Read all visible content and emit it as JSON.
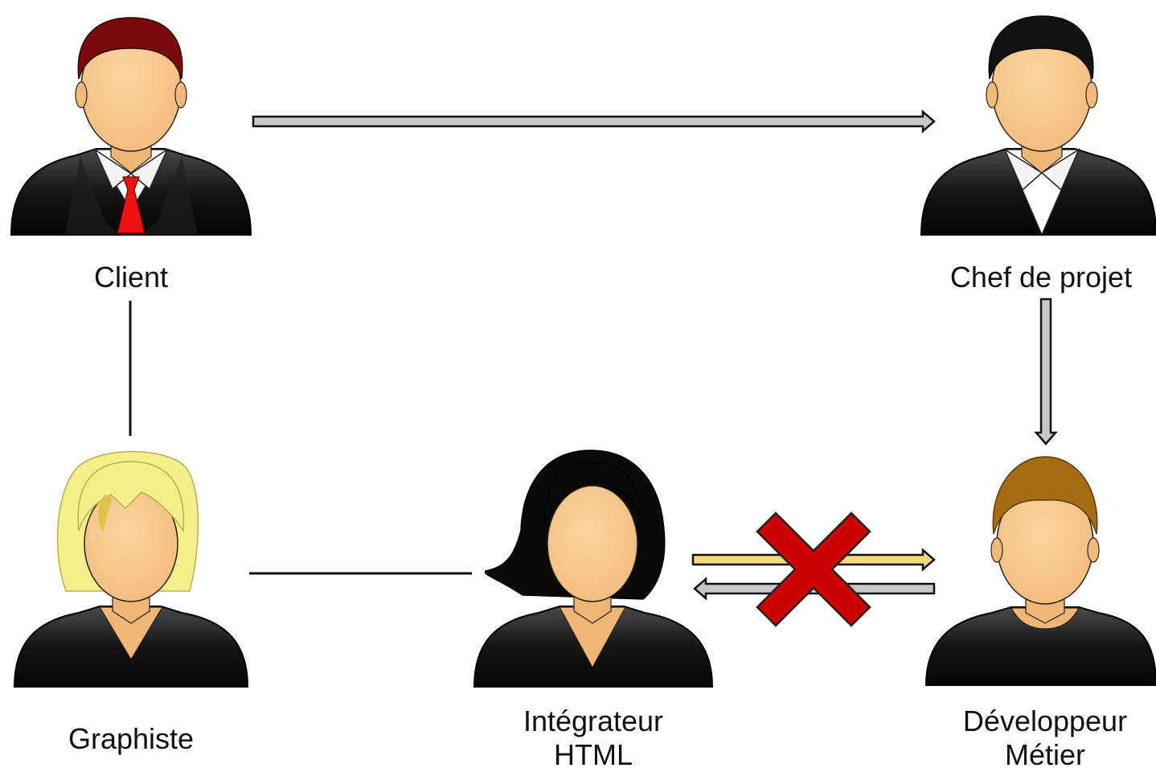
{
  "people": {
    "client": {
      "label": "Client",
      "hair_color": "#7a0a0a",
      "tie_color": "#ee1111"
    },
    "chef_de_projet": {
      "label": "Chef de projet",
      "hair_color": "#111111"
    },
    "graphiste": {
      "label": "Graphiste",
      "hair_color": "#f4ee8c"
    },
    "integrateur": {
      "label_line1": "Intégrateur",
      "label_line2": "HTML",
      "hair_color": "#0a0a0a"
    },
    "developpeur": {
      "label_line1": "Développeur",
      "label_line2": "Métier",
      "hair_color": "#a66c12"
    }
  },
  "colors": {
    "skin": "#f9cb8d",
    "suit": "#111111",
    "arrow_gray": "#c8c8c8",
    "arrow_yellow": "#f6d77a",
    "cross_red": "#cc0000"
  },
  "connections": [
    {
      "from": "Client",
      "to": "Chef de projet",
      "kind": "arrow"
    },
    {
      "from": "Chef de projet",
      "to": "Développeur Métier",
      "kind": "arrow"
    },
    {
      "from": "Client",
      "to": "Graphiste",
      "kind": "line"
    },
    {
      "from": "Graphiste",
      "to": "Intégrateur HTML",
      "kind": "line"
    },
    {
      "from": "Intégrateur HTML",
      "to": "Développeur Métier",
      "kind": "arrow-blocked"
    },
    {
      "from": "Développeur Métier",
      "to": "Intégrateur HTML",
      "kind": "arrow-blocked"
    }
  ]
}
